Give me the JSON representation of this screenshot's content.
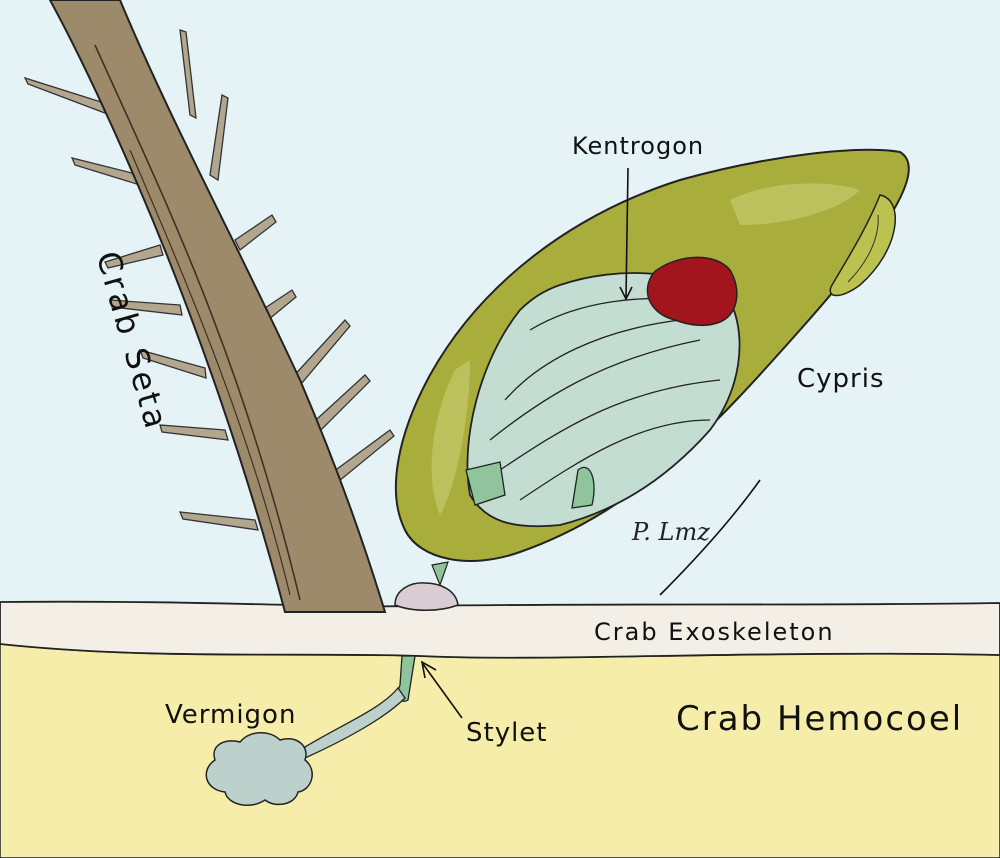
{
  "labels": {
    "kentrogon": "Kentrogon",
    "cypris": "Cypris",
    "crab_seta": "Crab Seta",
    "crab_exoskeleton": "Crab Exoskeleton",
    "crab_hemocoel": "Crab Hemocoel",
    "vermigon": "Vermigon",
    "stylet": "Stylet"
  },
  "signature": "P. Lmz",
  "colors": {
    "water": "#e6f3f6",
    "exoskeleton": "#f3efe6",
    "hemocoel": "#f5eda9",
    "seta": "#9d8a6b",
    "cypris_shell": "#a8ad3c",
    "kentrogon_body": "#c4ddd3",
    "kentrogon_nucleus": "#a2151c",
    "vermigon": "#bcd1cc",
    "adhesive_pad": "#d9cdd3"
  }
}
